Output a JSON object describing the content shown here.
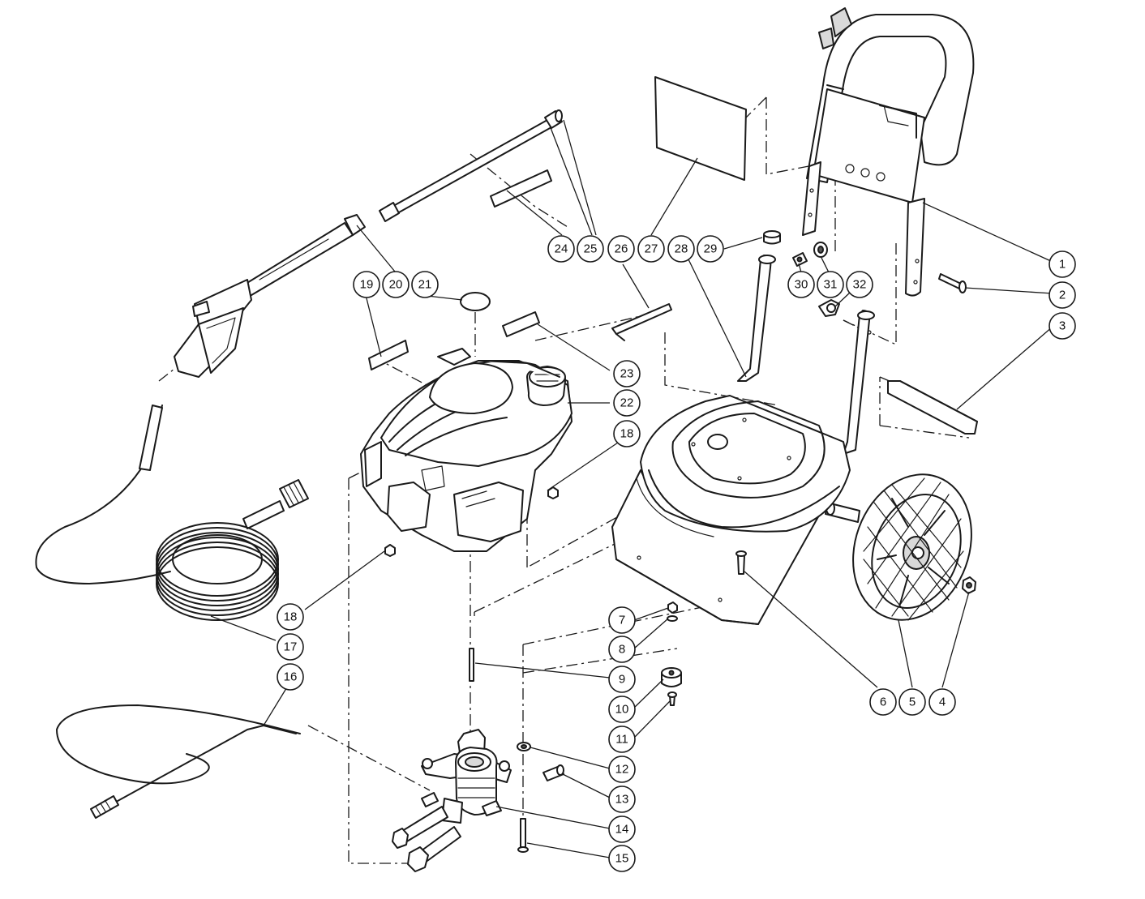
{
  "callouts": [
    {
      "num": "1"
    },
    {
      "num": "2"
    },
    {
      "num": "3"
    },
    {
      "num": "4"
    },
    {
      "num": "5"
    },
    {
      "num": "6"
    },
    {
      "num": "7"
    },
    {
      "num": "8"
    },
    {
      "num": "9"
    },
    {
      "num": "10"
    },
    {
      "num": "11"
    },
    {
      "num": "12"
    },
    {
      "num": "13"
    },
    {
      "num": "14"
    },
    {
      "num": "15"
    },
    {
      "num": "16"
    },
    {
      "num": "17"
    },
    {
      "num": "18"
    },
    {
      "num": "18"
    },
    {
      "num": "19"
    },
    {
      "num": "20"
    },
    {
      "num": "21"
    },
    {
      "num": "22"
    },
    {
      "num": "23"
    },
    {
      "num": "24"
    },
    {
      "num": "25"
    },
    {
      "num": "26"
    },
    {
      "num": "27"
    },
    {
      "num": "28"
    },
    {
      "num": "29"
    },
    {
      "num": "30"
    },
    {
      "num": "31"
    },
    {
      "num": "32"
    }
  ]
}
